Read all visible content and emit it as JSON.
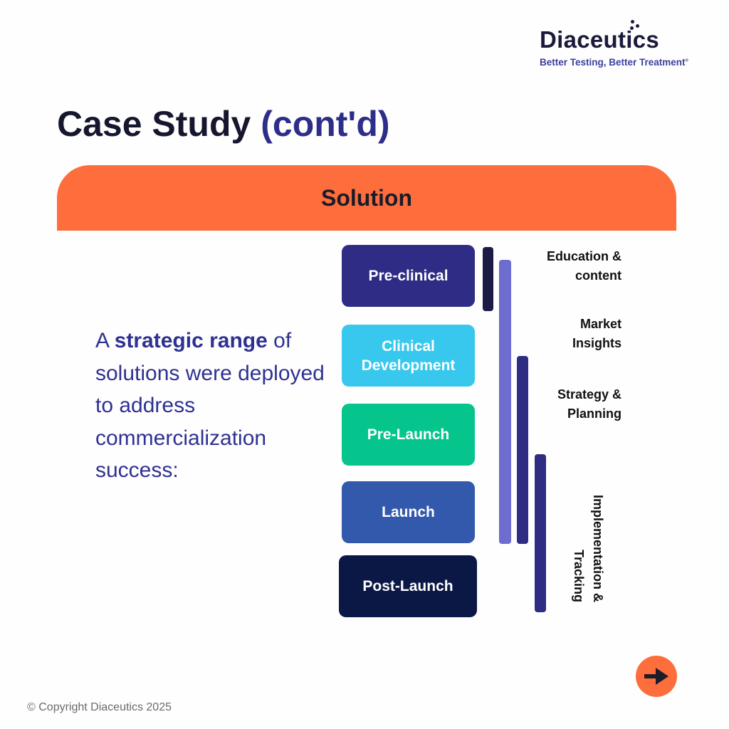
{
  "brand": {
    "name": "Diaceutics",
    "tagline": "Better Testing, Better Treatment",
    "trademark": "®"
  },
  "title": {
    "main": "Case Study",
    "accent": "(cont'd)"
  },
  "section": {
    "heading": "Solution"
  },
  "intro": {
    "prefix": "A",
    "emphasis": "strategic range",
    "suffix": "of solutions were deployed to address commercialization success:"
  },
  "stages": [
    {
      "label": "Pre-clinical",
      "color": "#2e2c85"
    },
    {
      "label": "Clinical Development",
      "color": "#38c8ee"
    },
    {
      "label": "Pre-Launch",
      "color": "#05c58c"
    },
    {
      "label": "Launch",
      "color": "#3359ad"
    },
    {
      "label": "Post-Launch",
      "color": "#0b1846"
    }
  ],
  "services": [
    {
      "label": "Education & content",
      "bar_color": "#1c1b45"
    },
    {
      "label": "Market Insights",
      "bar_color": "#6d6ccf"
    },
    {
      "label": "Strategy & Planning",
      "bar_color": "#2e2d83"
    },
    {
      "label": "Implementation & Tracking",
      "bar_color": "#2e2d83"
    }
  ],
  "navigation": {
    "next_icon": "arrow-right-icon",
    "button_color": "#fd6e3c"
  },
  "footer": {
    "copyright": "© Copyright Diaceutics 2025"
  }
}
